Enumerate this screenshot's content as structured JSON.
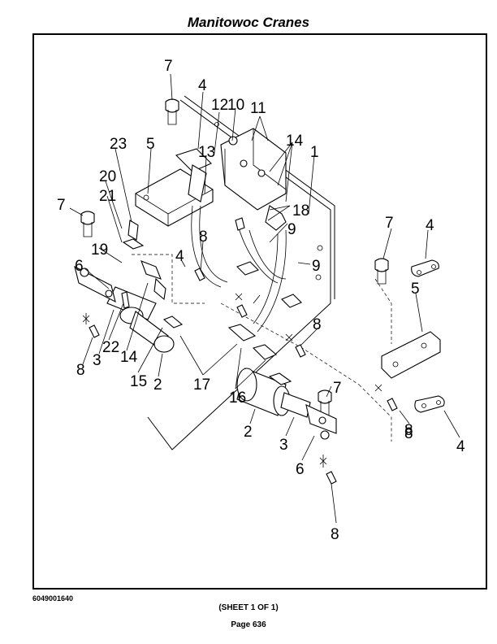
{
  "header": {
    "title": "Manitowoc Cranes"
  },
  "footer": {
    "doc_number": "6049001640",
    "sheet": "(SHEET 1 OF 1)",
    "page": "Page 636"
  },
  "callouts": [
    "7",
    "4",
    "12",
    "10",
    "11",
    "14",
    "1",
    "23",
    "5",
    "13",
    "20",
    "18",
    "7",
    "21",
    "9",
    "8",
    "4",
    "7",
    "4",
    "19",
    "6",
    "9",
    "5",
    "8",
    "22",
    "14",
    "8",
    "3",
    "15",
    "2",
    "17",
    "8",
    "16",
    "7",
    "2",
    "3",
    "6",
    "8",
    "4",
    "8"
  ]
}
